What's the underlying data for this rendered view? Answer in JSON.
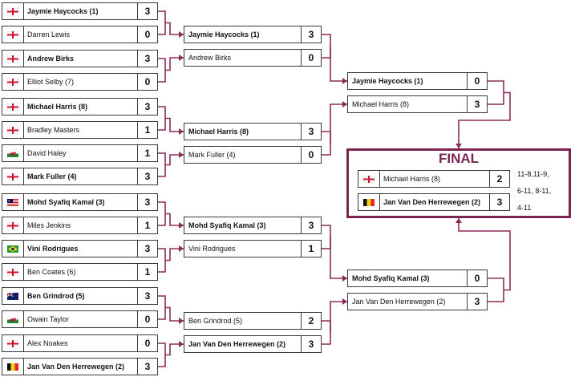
{
  "colors": {
    "connector": "#8b2b5a",
    "final_border": "#7b2452",
    "box_border": "#3a3a3a"
  },
  "final": {
    "title": "FINAL",
    "players": [
      {
        "name": "Michael Harris (8)",
        "flag": "england",
        "score": "2",
        "winner": false
      },
      {
        "name": "Jan Van Den Herrewegen (2)",
        "flag": "belgium",
        "score": "3",
        "winner": true
      }
    ],
    "set_scores": [
      "11-8,11-9,",
      "6-11, 8-11,",
      "4-11"
    ]
  },
  "rounds": [
    {
      "matches": [
        {
          "players": [
            {
              "name": "Jaymie Haycocks (1)",
              "flag": "england",
              "score": "3",
              "winner": true
            },
            {
              "name": "Darren Lewis",
              "flag": "england",
              "score": "0",
              "winner": false
            }
          ]
        },
        {
          "players": [
            {
              "name": "Andrew Birks",
              "flag": "england",
              "score": "3",
              "winner": true
            },
            {
              "name": "Elliot Selby (7)",
              "flag": "england",
              "score": "0",
              "winner": false
            }
          ]
        },
        {
          "players": [
            {
              "name": "Michael Harris (8)",
              "flag": "england",
              "score": "3",
              "winner": true
            },
            {
              "name": "Bradley Masters",
              "flag": "england",
              "score": "1",
              "winner": false
            }
          ]
        },
        {
          "players": [
            {
              "name": "David Haley",
              "flag": "wales",
              "score": "1",
              "winner": false
            },
            {
              "name": "Mark Fuller (4)",
              "flag": "england",
              "score": "3",
              "winner": true
            }
          ]
        },
        {
          "players": [
            {
              "name": "Mohd Syafiq Kamal (3)",
              "flag": "malaysia",
              "score": "3",
              "winner": true
            },
            {
              "name": "Miles Jenkins",
              "flag": "england",
              "score": "1",
              "winner": false
            }
          ]
        },
        {
          "players": [
            {
              "name": "Vini Rodrigues",
              "flag": "brazil",
              "score": "3",
              "winner": true
            },
            {
              "name": "Ben Coates (6)",
              "flag": "england",
              "score": "1",
              "winner": false
            }
          ]
        },
        {
          "players": [
            {
              "name": "Ben Grindrod (5)",
              "flag": "new-zealand",
              "score": "3",
              "winner": true
            },
            {
              "name": "Owain Taylor",
              "flag": "wales",
              "score": "0",
              "winner": false
            }
          ]
        },
        {
          "players": [
            {
              "name": "Alex Noakes",
              "flag": "england",
              "score": "0",
              "winner": false
            },
            {
              "name": "Jan Van Den Herrewegen (2)",
              "flag": "belgium",
              "score": "3",
              "winner": true
            }
          ]
        }
      ]
    },
    {
      "matches": [
        {
          "players": [
            {
              "name": "Jaymie Haycocks (1)",
              "flag": "",
              "score": "3",
              "winner": true
            },
            {
              "name": "Andrew Birks",
              "flag": "",
              "score": "0",
              "winner": false
            }
          ]
        },
        {
          "players": [
            {
              "name": "Michael Harris (8)",
              "flag": "",
              "score": "3",
              "winner": true
            },
            {
              "name": "Mark Fuller (4)",
              "flag": "",
              "score": "0",
              "winner": false
            }
          ]
        },
        {
          "players": [
            {
              "name": "Mohd Syafiq Kamal (3)",
              "flag": "",
              "score": "3",
              "winner": true
            },
            {
              "name": "Vini Rodrigues",
              "flag": "",
              "score": "1",
              "winner": false
            }
          ]
        },
        {
          "players": [
            {
              "name": "Ben Grindrod (5)",
              "flag": "",
              "score": "2",
              "winner": false
            },
            {
              "name": "Jan Van Den Herrewegen (2)",
              "flag": "",
              "score": "3",
              "winner": true
            }
          ]
        }
      ]
    },
    {
      "matches": [
        {
          "players": [
            {
              "name": "Jaymie Haycocks (1)",
              "flag": "",
              "score": "0",
              "winner": true
            },
            {
              "name": "Michael Harris (8)",
              "flag": "",
              "score": "3",
              "winner": false
            }
          ]
        },
        {
          "players": [
            {
              "name": "Mohd Syafiq Kamal (3)",
              "flag": "",
              "score": "0",
              "winner": true
            },
            {
              "name": "Jan Van Den Herrewegen (2)",
              "flag": "",
              "score": "3",
              "winner": false
            }
          ]
        }
      ]
    }
  ]
}
